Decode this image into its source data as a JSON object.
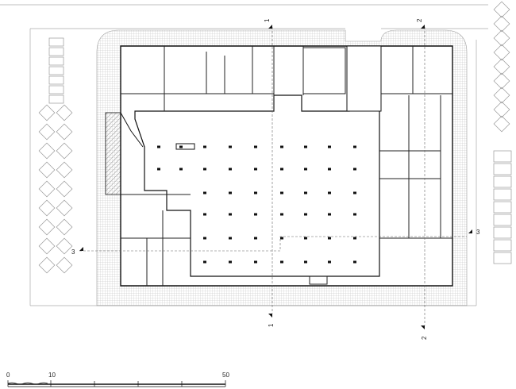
{
  "section_markers": {
    "s1_top": "1",
    "s1_bottom": "1",
    "s2_top": "2",
    "s2_bottom": "2",
    "s3_left": "3",
    "s3_right": "3"
  },
  "scale_bar": {
    "label_0": "0",
    "label_10": "10",
    "label_50": "50"
  },
  "colors": {
    "line": "#111111",
    "paving": "#bdbdbd",
    "section": "#666666"
  }
}
